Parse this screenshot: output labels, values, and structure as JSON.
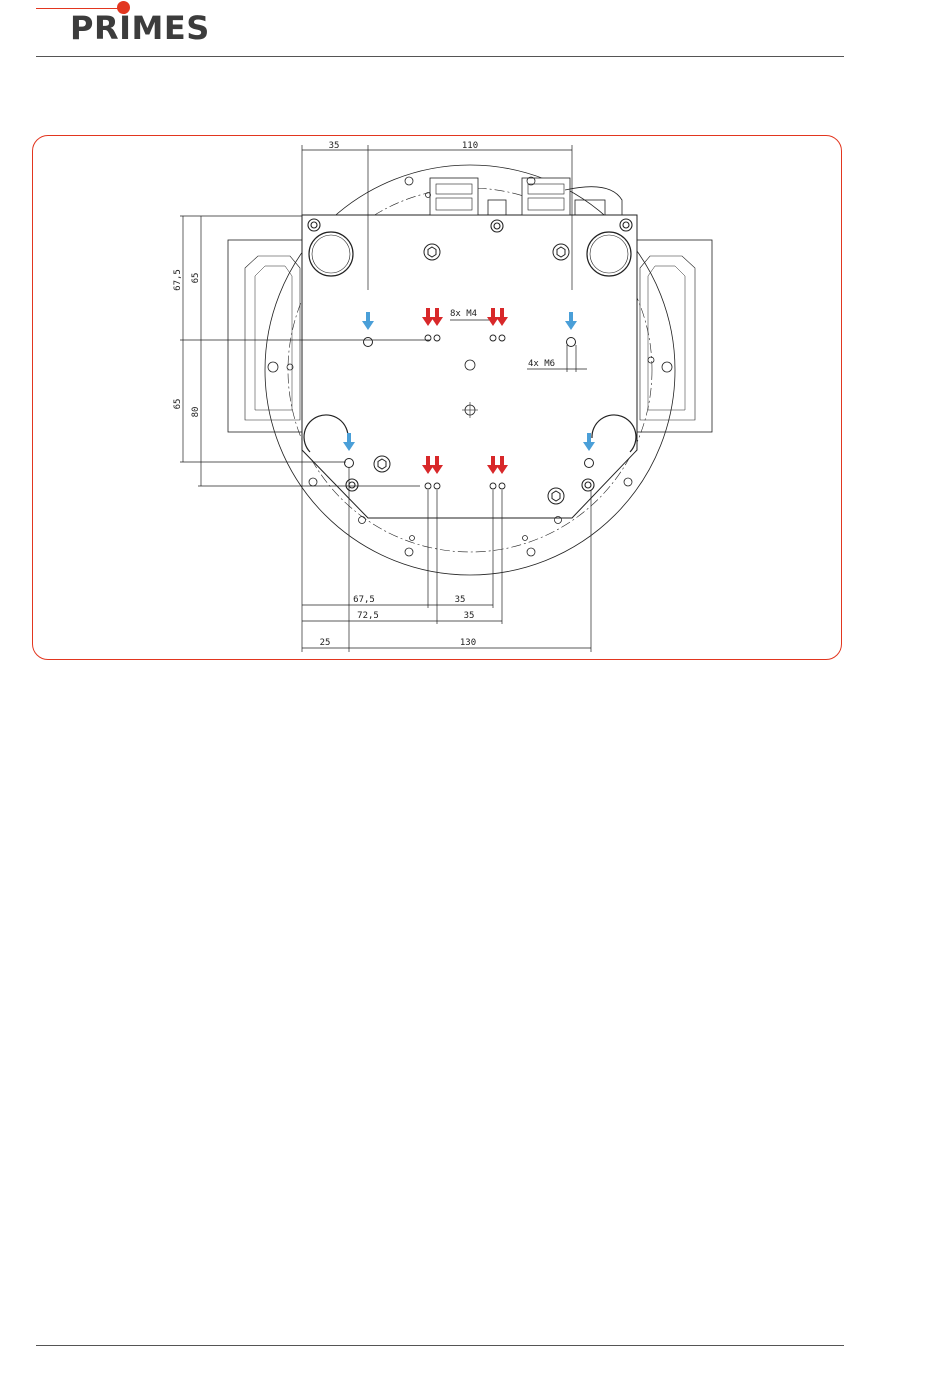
{
  "header": {
    "brand": "PRIMES",
    "accent_color": "#e2361f"
  },
  "drawing": {
    "colors": {
      "red_arrow": "#d8282a",
      "blue_arrow": "#4a9fd8",
      "frame": "#e2361f"
    },
    "dims_top": {
      "left": "35",
      "right": "110"
    },
    "dims_left": {
      "outer_top": "67,5",
      "inner_top": "65",
      "outer_bottom": "65",
      "inner_bottom": "80"
    },
    "callouts": {
      "m4": "8x M4",
      "m6": "4x M6"
    },
    "dims_bottom": {
      "row1_left": "67,5",
      "row1_right": "35",
      "row2_left": "72,5",
      "row2_right": "35",
      "row3_left": "25",
      "row3_right": "130"
    },
    "red_arrow_count": 8,
    "blue_arrow_count": 4
  }
}
